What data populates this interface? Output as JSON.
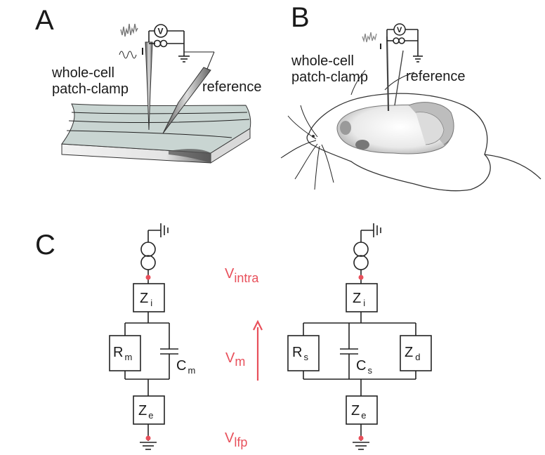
{
  "panels": {
    "a": "A",
    "b": "B",
    "c": "C"
  },
  "labels": {
    "whole_cell_line1": "whole-cell",
    "whole_cell_line2": "patch-clamp",
    "reference": "reference",
    "voltmeter": "V"
  },
  "circuit_left": {
    "zi_main": "Z",
    "zi_sub": "i",
    "rm_main": "R",
    "rm_sub": "m",
    "cm_main": "C",
    "cm_sub": "m",
    "ze_main": "Z",
    "ze_sub": "e"
  },
  "circuit_right": {
    "zi_main": "Z",
    "zi_sub": "i",
    "rs_main": "R",
    "rs_sub": "s",
    "cs_main": "C",
    "cs_sub": "s",
    "zd_main": "Z",
    "zd_sub": "d",
    "ze_main": "Z",
    "ze_sub": "e"
  },
  "potentials": {
    "vintra_main": "V",
    "vintra_sub": "intra",
    "vm_main": "V",
    "vm_sub": "m",
    "vlfp_main": "V",
    "vlfp_sub": "lfp"
  },
  "colors": {
    "accent": "#e8505b",
    "ink": "#222222",
    "tissue": "#cfd9d6"
  }
}
